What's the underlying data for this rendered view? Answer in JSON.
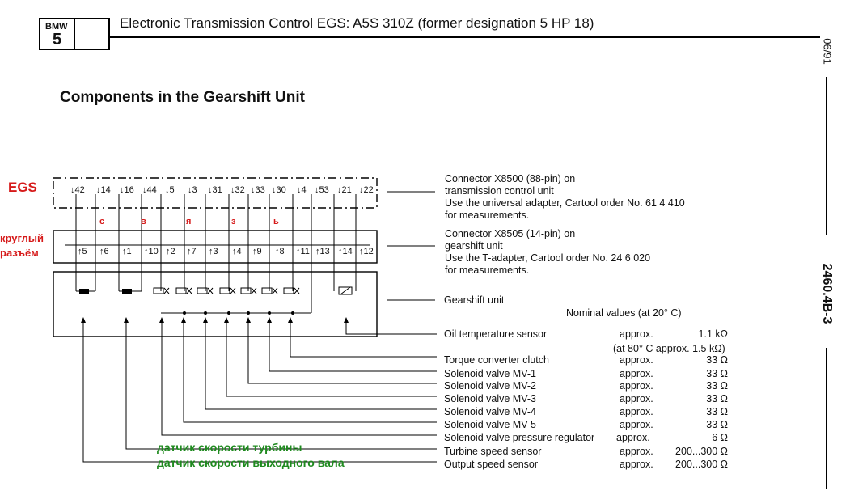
{
  "header": {
    "make": "BMW",
    "series": "5",
    "title": "Electronic Transmission Control EGS: A5S 310Z (former designation 5 HP 18)"
  },
  "side": {
    "date": "06/91",
    "code": "2460.4B-3"
  },
  "section_title": "Components in the Gearshift Unit",
  "annotations": {
    "egs": "EGS",
    "round_connector_line1": "круглый",
    "round_connector_line2": "разъём",
    "wire_letters": [
      "с",
      "в",
      "я",
      "з",
      "ь"
    ],
    "turbine_ru": "датчик скорости турбины",
    "output_ru": "датчик скорости выходного вала"
  },
  "connector_x8500": {
    "pins": [
      "42",
      "14",
      "16",
      "44",
      "5",
      "3",
      "31",
      "32",
      "33",
      "30",
      "4",
      "53",
      "21",
      "22"
    ],
    "desc_lines": [
      "Connector X8500 (88-pin) on",
      "transmission control unit",
      "Use the universal adapter, Cartool order No. 61 4 410",
      "for measurements."
    ]
  },
  "connector_x8505": {
    "pins": [
      "5",
      "6",
      "1",
      "10",
      "2",
      "7",
      "3",
      "4",
      "9",
      "8",
      "11",
      "13",
      "14",
      "12"
    ],
    "desc_lines": [
      "Connector X8505 (14-pin) on",
      "gearshift unit",
      "Use the T-adapter, Cartool order No. 24 6 020",
      "for measurements."
    ]
  },
  "gearshift_unit": {
    "label": "Gearshift unit",
    "nominal": "Nominal values (at 20° C)"
  },
  "components": [
    {
      "name": "Oil temperature sensor",
      "approx": "approx.",
      "value": "1.1 kΩ"
    },
    {
      "name": "",
      "approx": "(at 80° C approx. 1.5 kΩ)",
      "value": ""
    },
    {
      "name": "Torque converter clutch",
      "approx": "approx.",
      "value": "33 Ω"
    },
    {
      "name": "Solenoid valve MV-1",
      "approx": "approx.",
      "value": "33 Ω"
    },
    {
      "name": "Solenoid valve MV-2",
      "approx": "approx.",
      "value": "33 Ω"
    },
    {
      "name": "Solenoid valve MV-3",
      "approx": "approx.",
      "value": "33 Ω"
    },
    {
      "name": "Solenoid valve MV-4",
      "approx": "approx.",
      "value": "33 Ω"
    },
    {
      "name": "Solenoid valve MV-5",
      "approx": "approx.",
      "value": "33 Ω"
    },
    {
      "name": "Solenoid valve pressure regulator",
      "approx": "approx.",
      "value": "6 Ω"
    },
    {
      "name": "Turbine speed sensor",
      "approx": "approx.",
      "value": "200...300 Ω"
    },
    {
      "name": "Output speed sensor",
      "approx": "approx.",
      "value": "200...300 Ω"
    }
  ]
}
